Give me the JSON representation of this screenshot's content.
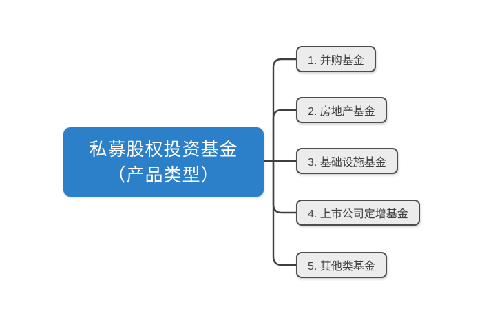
{
  "diagram": {
    "root": {
      "title_line1": "私募股权投资基金",
      "title_line2": "（产品类型）"
    },
    "children": [
      {
        "label": "1. 并购基金"
      },
      {
        "label": "2. 房地产基金"
      },
      {
        "label": "3. 基础设施基金"
      },
      {
        "label": "4. 上市公司定增基金"
      },
      {
        "label": "5. 其他类基金"
      }
    ],
    "colors": {
      "background": "#ffffff",
      "root_fill": "#2c80ca",
      "root_text": "#ffffff",
      "child_fill": "#ececec",
      "child_border": "#4d4d4d",
      "child_text": "#404040",
      "connector": "#3f3f3f"
    }
  }
}
